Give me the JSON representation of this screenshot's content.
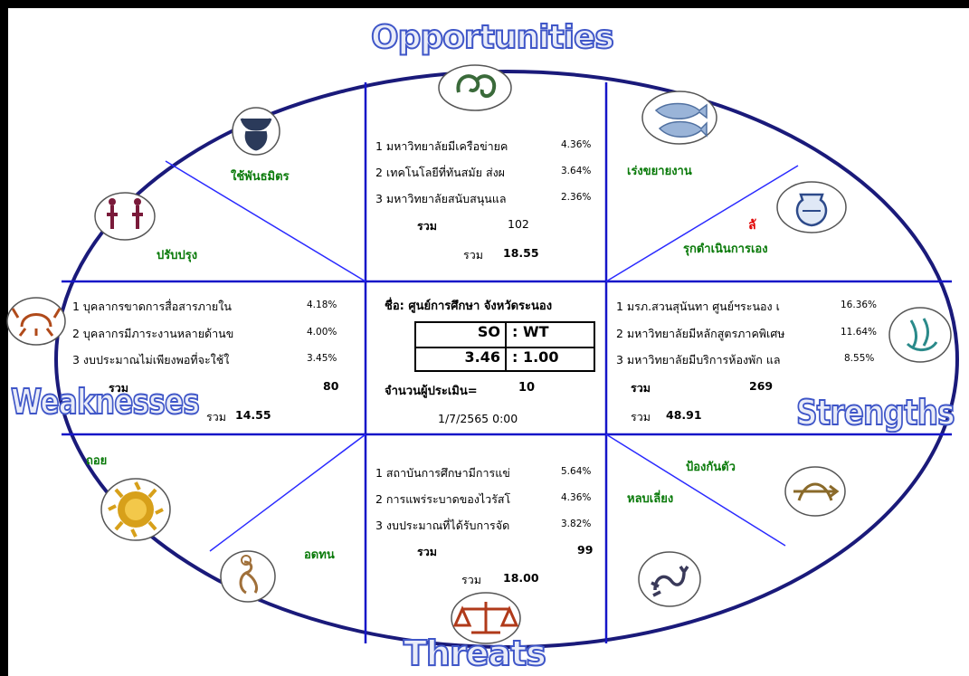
{
  "headings": {
    "opportunities": "Opportunities",
    "weaknesses": "Weaknesses",
    "strengths": "Strengths",
    "threats": "Threats"
  },
  "opportunities": {
    "items": [
      {
        "text": "1 มหาวิทยาลัยมีเครือข่ายค",
        "pct": "4.36%"
      },
      {
        "text": "2 เทคโนโลยีที่ทันสมัย ส่งผ",
        "pct": "3.64%"
      },
      {
        "text": "3 มหาวิทยาลัยสนับสนุนแล",
        "pct": "2.36%"
      }
    ],
    "total_label": "รวม",
    "total_value": "102",
    "sum_label": "รวม",
    "sum_value": "18.55"
  },
  "weaknesses": {
    "items": [
      {
        "text": "1 บุคลากรขาดการสื่อสารภายใน",
        "pct": "4.18%"
      },
      {
        "text": "2 บุคลากรมีภาระงานหลายด้านข",
        "pct": "4.00%"
      },
      {
        "text": "3 งบประมาณไม่เพียงพอที่จะใช้ใ",
        "pct": "3.45%"
      }
    ],
    "total_label": "รวม",
    "total_value": "80",
    "sum_label": "รวม",
    "sum_value": "14.55"
  },
  "strengths": {
    "items": [
      {
        "text": "1 มรภ.สวนสุนันทา ศูนย์ฯระนอง เ",
        "pct": "16.36%"
      },
      {
        "text": "2 มหาวิทยาลัยมีหลักสูตรภาคพิเศษ",
        "pct": "11.64%"
      },
      {
        "text": "3 มหาวิทยาลัยมีบริการห้องพัก แล",
        "pct": "8.55%"
      }
    ],
    "total_label": "รวม",
    "total_value": "269",
    "sum_label": "รวม",
    "sum_value": "48.91"
  },
  "threats": {
    "items": [
      {
        "text": "1 สถาบันการศึกษามีการแข่",
        "pct": "5.64%"
      },
      {
        "text": "2 การแพร่ระบาดของไวรัสโ",
        "pct": "4.36%"
      },
      {
        "text": "3 งบประมาณที่ได้รับการจัด",
        "pct": "3.82%"
      }
    ],
    "total_label": "รวม",
    "total_value": "99",
    "sum_label": "รวม",
    "sum_value": "18.00"
  },
  "center": {
    "name": "ชื่อ: ศูนย์การศึกษา จังหวัดระนอง",
    "ratio_label_left": "SO",
    "ratio_label_right": ": WT",
    "ratio_value_left": "3.46",
    "ratio_value_right": ": 1.00",
    "evaluators_label": "จำนวนผู้ประเมิน=",
    "evaluators_value": "10",
    "date": "1/7/2565 0:00"
  },
  "strategies": {
    "use_alliance": "ใช้พันธมิตร",
    "improve": "ปรับปรุง",
    "expand": "เร่งขยายงาน",
    "advance_mark": "ลั",
    "proactive": "รุกดำเนินการเอง",
    "protect": "ป้องกันตัว",
    "avoid": "หลบเลี่ยง",
    "retreat": "ถอย",
    "endure": "อดทน"
  },
  "zodiac_icons": [
    "aries-icon",
    "taurus-icon",
    "gemini-icon",
    "cancer-icon",
    "leo-icon",
    "virgo-icon",
    "libra-icon",
    "scorpio-icon",
    "sagittarius-icon",
    "capricorn-icon",
    "aquarius-icon",
    "pisces-icon"
  ],
  "colors": {
    "ellipse": "#1a1a7a",
    "grid_lines": "#1515c8",
    "diagonals": "#2a2aff",
    "strategy_text": "#0a7a0a",
    "accent_red": "#e00000",
    "heading_stroke": "#3f56c8"
  }
}
